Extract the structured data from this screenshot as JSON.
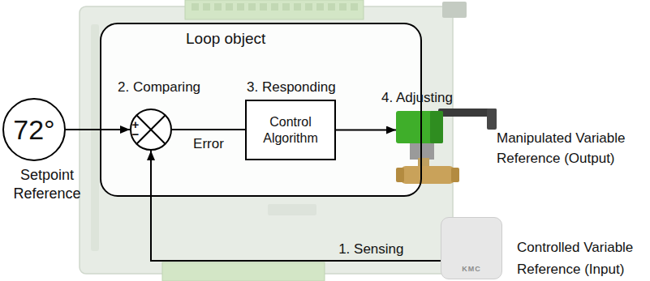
{
  "diagram": {
    "nodes": [
      {
        "text": [
          "72°",
          "Setpoint Reference"
        ]
      },
      {
        "text": [
          "Loop object"
        ]
      },
      {
        "text": [
          "2. Comparing",
          "+",
          "−"
        ],
        "in": 1
      },
      {
        "text": [
          "3. Responding",
          "Control Algorithm"
        ],
        "in": 1
      },
      {
        "text": [
          "4. Adjusting",
          "Manipulated Variable Reference (Output)"
        ]
      },
      {
        "text": [
          "KMC",
          "Controlled Variable Reference (Input)"
        ]
      }
    ],
    "edges": [
      {
        "from": 0,
        "to": 2,
        "arrow": "to"
      },
      {
        "from": 2,
        "to": 3,
        "label": "Error",
        "arrow": "none"
      },
      {
        "from": 3,
        "to": 4,
        "arrow": "to"
      },
      {
        "from": 5,
        "to": 2,
        "label": "1. Sensing",
        "arrow": "to"
      }
    ]
  }
}
